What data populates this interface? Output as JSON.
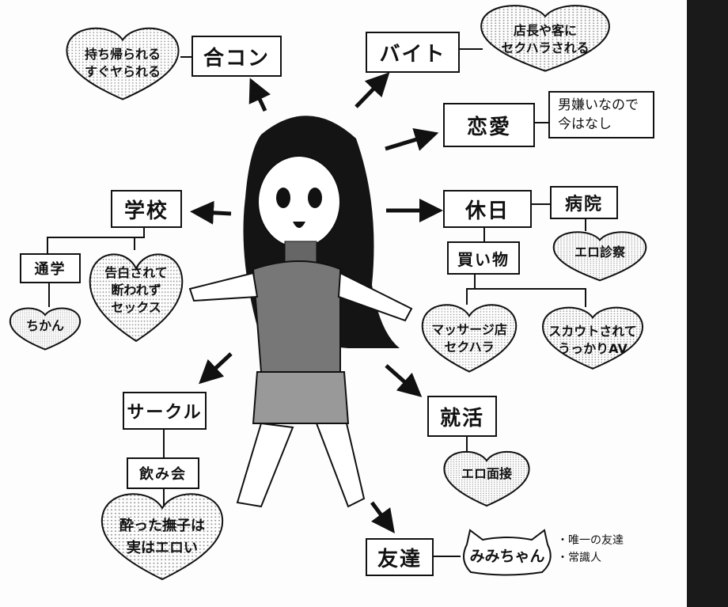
{
  "nodes": {
    "goukon": "合コン",
    "goukon_heart": [
      "持ち帰られる",
      "すぐヤられる"
    ],
    "baito": "バイト",
    "baito_heart": [
      "店長や客に",
      "セクハラされる"
    ],
    "renai": "恋愛",
    "renai_note": [
      "男嫌いなので",
      "今はなし"
    ],
    "gakkou": "学校",
    "tsuugaku": "通学",
    "tsuugaku_heart": [
      "ちかん"
    ],
    "gakkou_heart": [
      "告白されて",
      "断われず",
      "セックス"
    ],
    "kyuujitsu": "休日",
    "byouin": "病院",
    "byouin_heart": [
      "エロ診察"
    ],
    "kaimono": "買い物",
    "kaimono_heart1": [
      "マッサージ店",
      "セクハラ"
    ],
    "kaimono_heart2": [
      "スカウトされて",
      "うっかりAV"
    ],
    "circle": "サークル",
    "nomikai": "飲み会",
    "nomikai_heart": [
      "酔った撫子は",
      "実はエロい"
    ],
    "shuukatsu": "就活",
    "shuukatsu_heart": [
      "エロ面接"
    ],
    "tomodachi": "友達",
    "mimi": "みみちゃん",
    "mimi_notes": [
      "・唯一の友達",
      "・常識人"
    ]
  }
}
